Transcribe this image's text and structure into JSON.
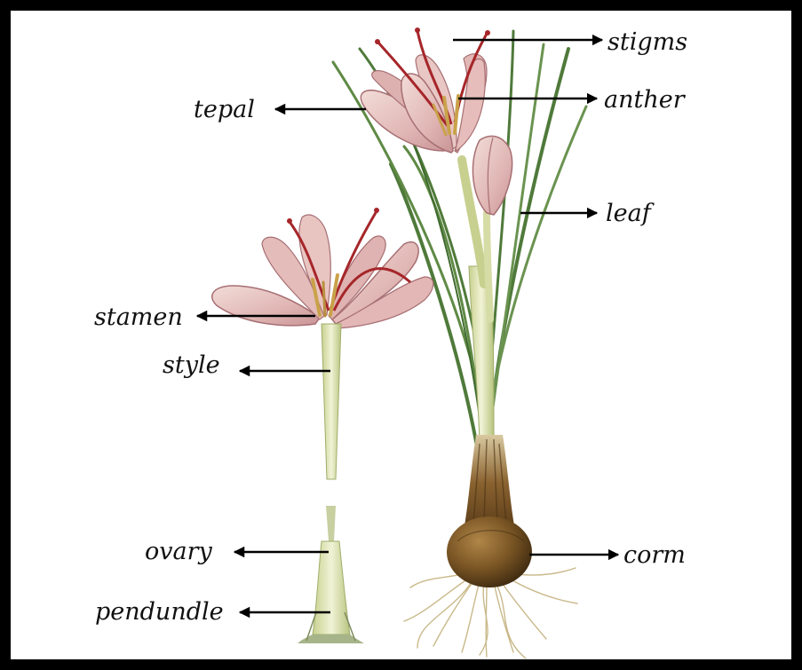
{
  "labels": {
    "stigms": "stigms",
    "anther": "anther",
    "tepal": "tepal",
    "leaf": "leaf",
    "stamen": "stamen",
    "style": "style",
    "ovary": "ovary",
    "pendundle": "pendundle",
    "corm": "corm"
  },
  "colors": {
    "frame": "#000000",
    "background": "#ffffff",
    "arrow": "#000000",
    "tepal_fill": "#e4bfbd",
    "tepal_vein": "#a76f73",
    "stigma_red": "#a6262a",
    "anther_yellow": "#c9a24a",
    "leaf_green": "#4f7a3a",
    "stem_pale": "#dfe4b8",
    "corm_brown": "#6b4a22",
    "root_color": "#c9b98a"
  }
}
